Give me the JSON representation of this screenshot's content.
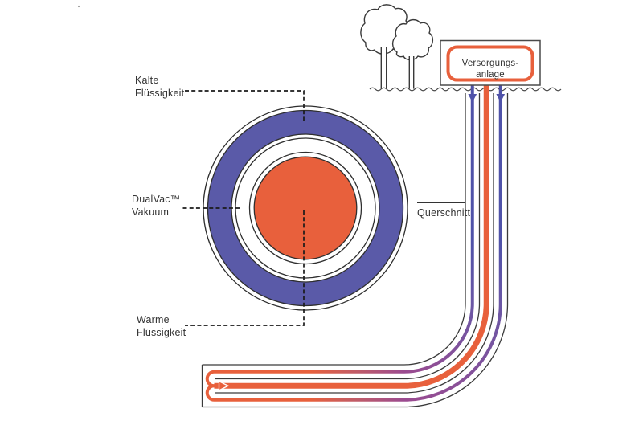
{
  "diagram": {
    "labels": {
      "cold_fluid": {
        "line1": "Kalte",
        "line2": "Flüssigkeit"
      },
      "vacuum": {
        "line1": "DualVac™",
        "line2": "Vakuum"
      },
      "warm_fluid": {
        "line1": "Warme",
        "line2": "Flüssigkeit"
      },
      "cross_section": "Querschnitt",
      "supply_unit": {
        "line1": "Versorgungs-",
        "line2": "anlage"
      }
    },
    "colors": {
      "warm_fluid": "#E8603C",
      "cold_fluid": "#4F52A8",
      "cold_ring": "#5A5AA8",
      "transition_purple": "#9B4B90",
      "outline": "#3A3A3A",
      "text": "#333333"
    }
  }
}
